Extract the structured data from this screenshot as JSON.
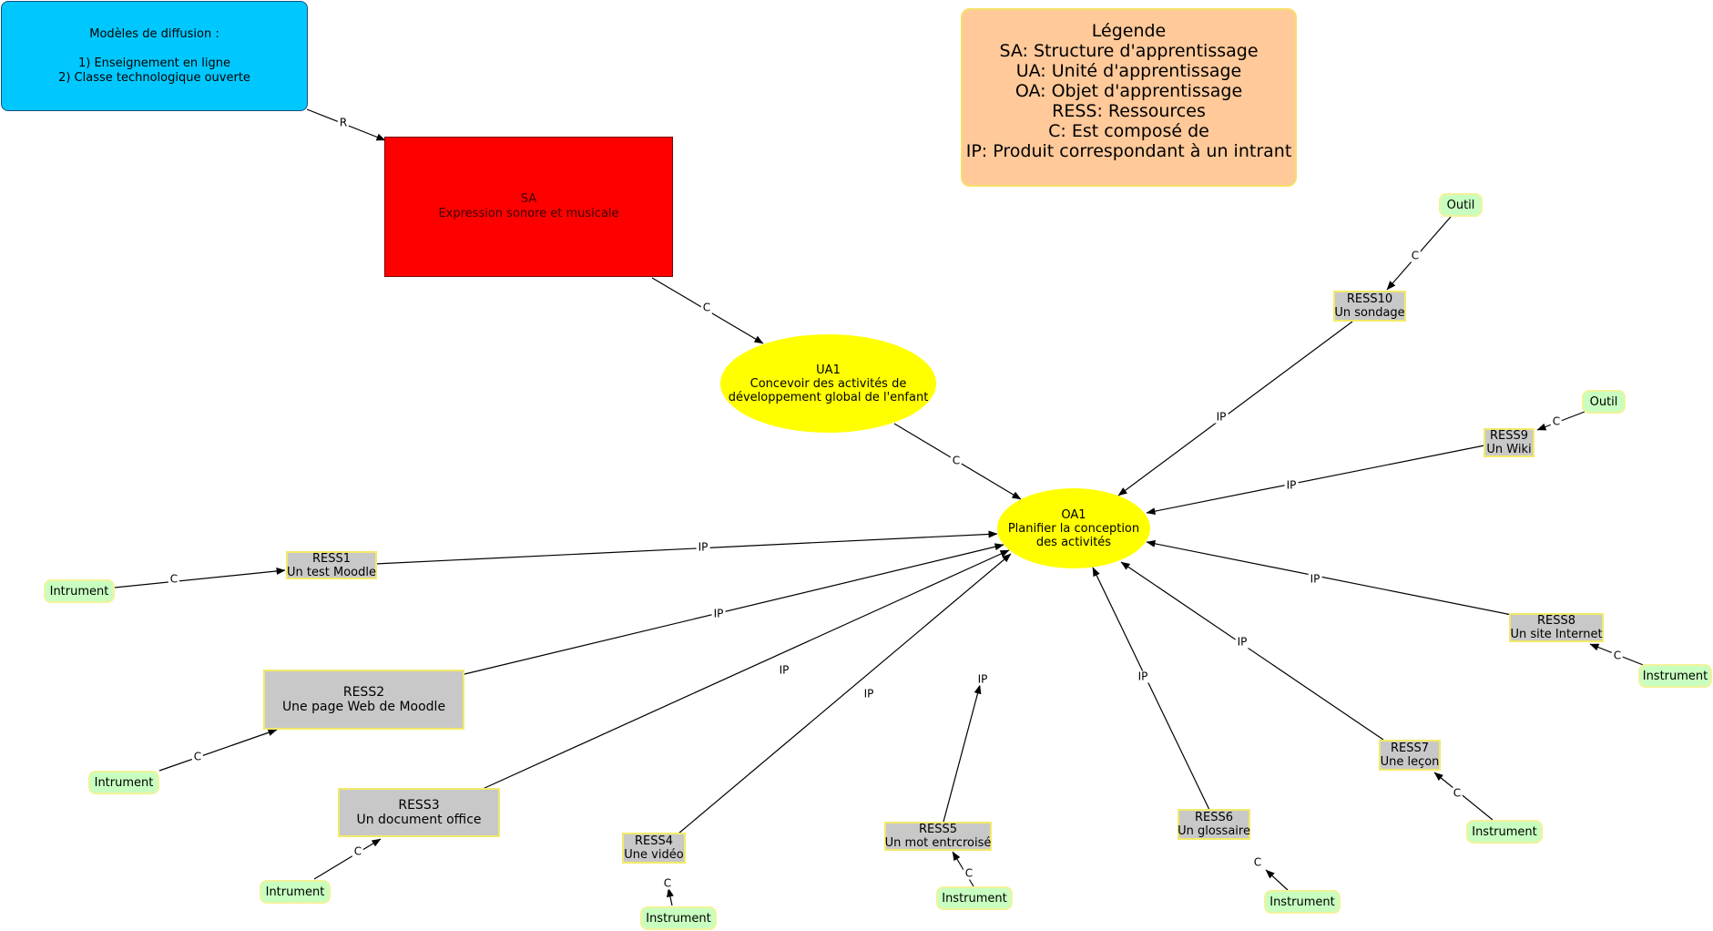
{
  "diffusion": {
    "title": "Modèles de diffusion :",
    "line1": "1) Enseignement en ligne",
    "line2": "2) Classe technologique ouverte"
  },
  "legend": {
    "title": "Légende",
    "lines": [
      "SA: Structure d'apprentissage",
      "UA: Unité d'apprentissage",
      "OA: Objet d'apprentissage",
      "RESS: Ressources",
      "C: Est composé de",
      "IP: Produit correspondant à un intrant"
    ]
  },
  "sa": {
    "code": "SA",
    "title": "Expression sonore et musicale"
  },
  "ua1": {
    "code": "UA1",
    "line1": "Concevoir des activités de",
    "line2": "développement global de l'enfant"
  },
  "oa1": {
    "code": "OA1",
    "line1": "Planifier la conception",
    "line2": "des activités"
  },
  "ress": [
    {
      "code": "RESS1",
      "title": "Un test Moodle"
    },
    {
      "code": "RESS2",
      "title": "Une page Web de Moodle"
    },
    {
      "code": "RESS3",
      "title": "Un document office"
    },
    {
      "code": "RESS4",
      "title": "Une vidéo"
    },
    {
      "code": "RESS5",
      "title": "Un mot entrcroisé"
    },
    {
      "code": "RESS6",
      "title": "Un glossaire"
    },
    {
      "code": "RESS7",
      "title": "Une leçon"
    },
    {
      "code": "RESS8",
      "title": "Un site Internet"
    },
    {
      "code": "RESS9",
      "title": "Un Wiki"
    },
    {
      "code": "RESS10",
      "title": "Un sondage"
    }
  ],
  "tools": [
    "Intrument",
    "Intrument",
    "Intrument",
    "Instrument",
    "Instrument",
    "Instrument",
    "Instrument",
    "Instrument",
    "Outil",
    "Outil"
  ],
  "edge_labels": {
    "r": "R",
    "c": "C",
    "ip": "IP"
  },
  "colors": {
    "diffusion_fill": "#00c8ff",
    "sa_fill": "#ff0000",
    "legend_fill": "#ffc99a",
    "ellipse_fill": "#ffff00",
    "resource_fill": "#c8c8c8",
    "tool_fill": "#c8ffc0",
    "edge": "#000000"
  }
}
